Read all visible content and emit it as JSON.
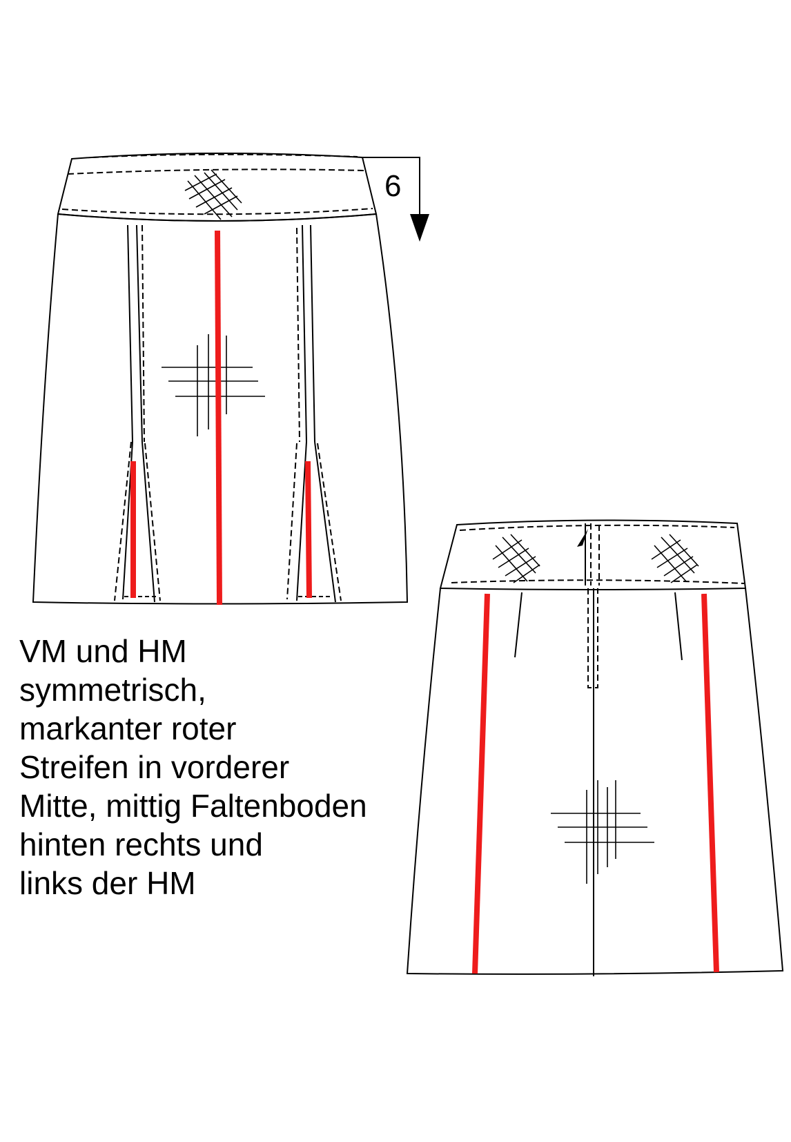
{
  "dimension_label": "6",
  "description_lines": [
    "VM und HM",
    "symmetrisch,",
    "markanter roter",
    "Streifen in vorderer",
    "Mitte, mittig Faltenboden",
    "hinten rechts und",
    "links der HM"
  ],
  "colors": {
    "stripe": "#ee1c1c",
    "line": "#000000",
    "paper": "#ffffff"
  }
}
